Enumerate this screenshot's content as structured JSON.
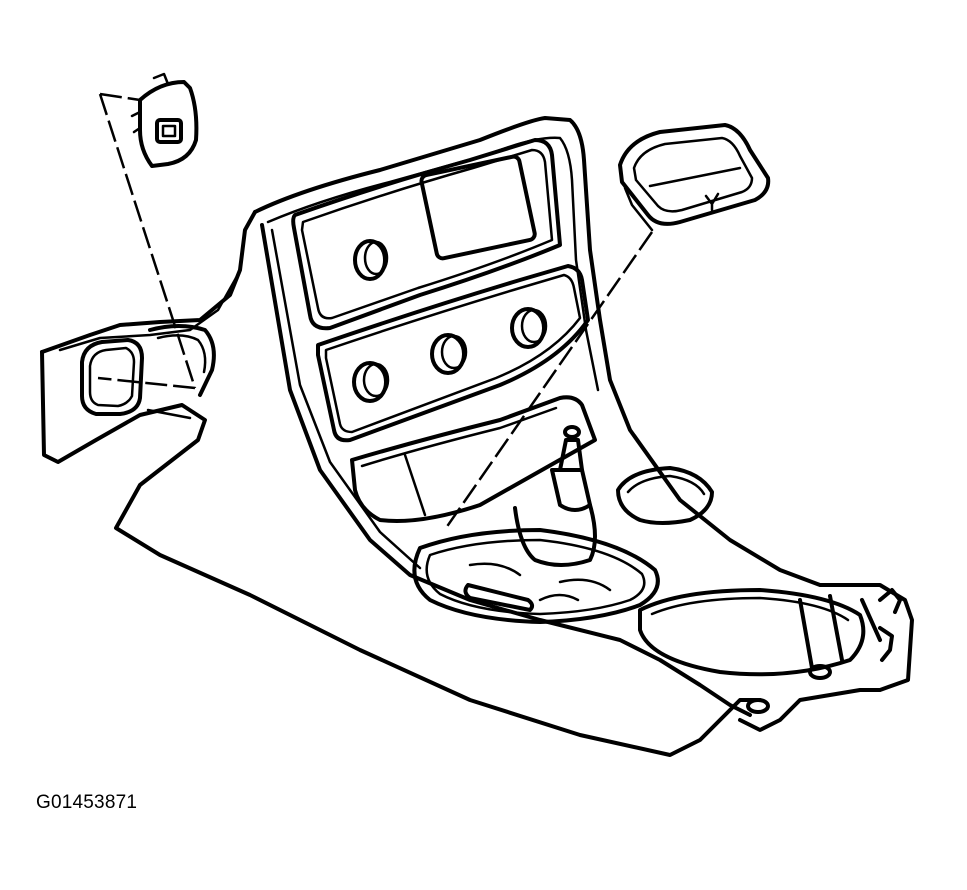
{
  "figure": {
    "id_label": "G01453871",
    "line_color": "#000000",
    "background_color": "#ffffff"
  },
  "parts": [
    {
      "name": "center-console-bezel"
    },
    {
      "name": "radio-panel"
    },
    {
      "name": "hvac-control-panel"
    },
    {
      "name": "shift-boot"
    },
    {
      "name": "cup-holder"
    },
    {
      "name": "switch-bezel-left"
    },
    {
      "name": "ashtray-insert"
    }
  ]
}
